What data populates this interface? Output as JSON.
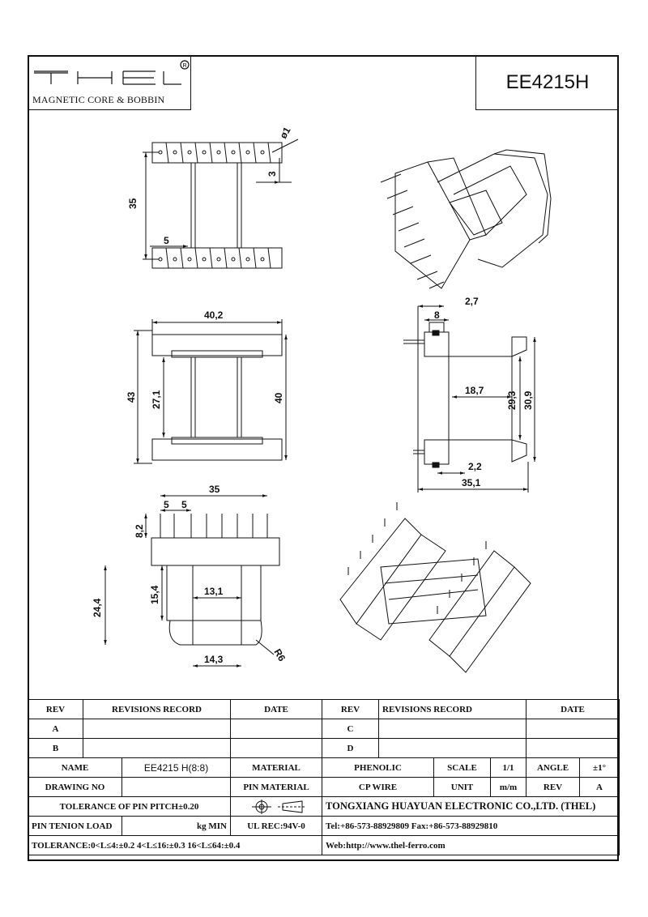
{
  "header": {
    "logo_text": "THEL",
    "logo_registered": "®",
    "logo_subtitle": "MAGNETIC CORE & BOBBIN",
    "part_number": "EE4215H"
  },
  "dimensions": {
    "top_view": {
      "height": "35",
      "pitch": "5",
      "pin_dia": "ø1",
      "pin_gap": "3"
    },
    "front_view": {
      "width": "40,2",
      "height": "43",
      "inner": "27,1",
      "overall": "40"
    },
    "side_view": {
      "top": "2,7",
      "flange": "8",
      "window": "18,7",
      "h1": "29,3",
      "h2": "30,9",
      "bottom": "2,2",
      "length": "35,1"
    },
    "bottom_view": {
      "width": "35",
      "p1": "5",
      "p2": "5",
      "pin_len": "8,2",
      "height": "24,4",
      "mid": "15,4",
      "win": "13,1",
      "base": "14,3",
      "radius": "R6"
    }
  },
  "title_block": {
    "rev_header": {
      "rev": "REV",
      "record": "REVISIONS RECORD",
      "date": "DATE"
    },
    "rev_rows": [
      [
        "A",
        "C"
      ],
      [
        "B",
        "D"
      ]
    ],
    "name_label": "NAME",
    "name_value": "EE4215 H(8:8)",
    "material_label": "MATERIAL",
    "material_value": "PHENOLIC",
    "scale_label": "SCALE",
    "scale_value": "1/1",
    "angle_label": "ANGLE",
    "angle_value": "±1°",
    "drawing_no_label": "DRAWING NO",
    "pin_material_label": "PIN MATERIAL",
    "pin_material_value": "CP WIRE",
    "unit_label": "UNIT",
    "unit_value": "m/m",
    "rev_label": "REV",
    "rev_value": "A",
    "tolerance_pitch": "TOLERANCE OF PIN PITCH±0.20",
    "company": "TONGXIANG HUAYUAN ELECTRONIC CO.,LTD. (THEL)",
    "pin_tension": "PIN TENION LOAD",
    "kg_min": "kg MIN",
    "ul_rec": "UL REC:94V-0",
    "tel": "Tel:+86-573-88929809 Fax:+86-573-88929810",
    "tolerance": "TOLERANCE:0<L≤4:±0.2 4<L≤16:±0.3 16<L≤64:±0.4",
    "web": "Web:http://www.thel-ferro.com"
  }
}
